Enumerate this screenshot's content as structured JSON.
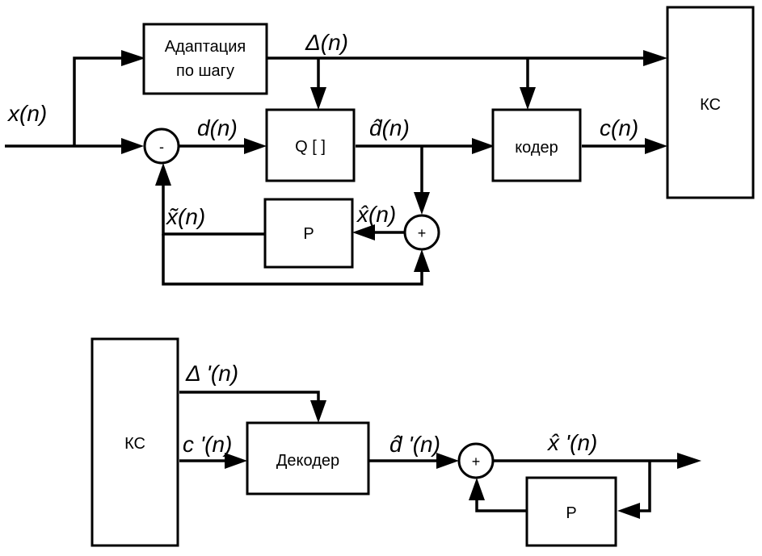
{
  "blocks": {
    "adaptation": {
      "line1": "Адаптация",
      "line2": "по шагу"
    },
    "quantizer": "Q [  ]",
    "encoder": "кодер",
    "channel_tx": "КС",
    "predictor_tx": "P",
    "channel_rx": "КС",
    "decoder": "Декодер",
    "predictor_rx": "P"
  },
  "junctions": {
    "subtractor": "-",
    "adder_tx": "+",
    "adder_rx": "+"
  },
  "signals": {
    "input": "x(n)",
    "step": "Δ(n)",
    "error": "d(n)",
    "quantized_error": "d̂(n)",
    "code": "c(n)",
    "prediction": "x̃(n)",
    "reconstructed": "x̂(n)",
    "step_rx": "Δ '(n)",
    "code_rx": "c '(n)",
    "quantized_error_rx": "d̂ '(n)",
    "output": "x̂ '(n)"
  }
}
